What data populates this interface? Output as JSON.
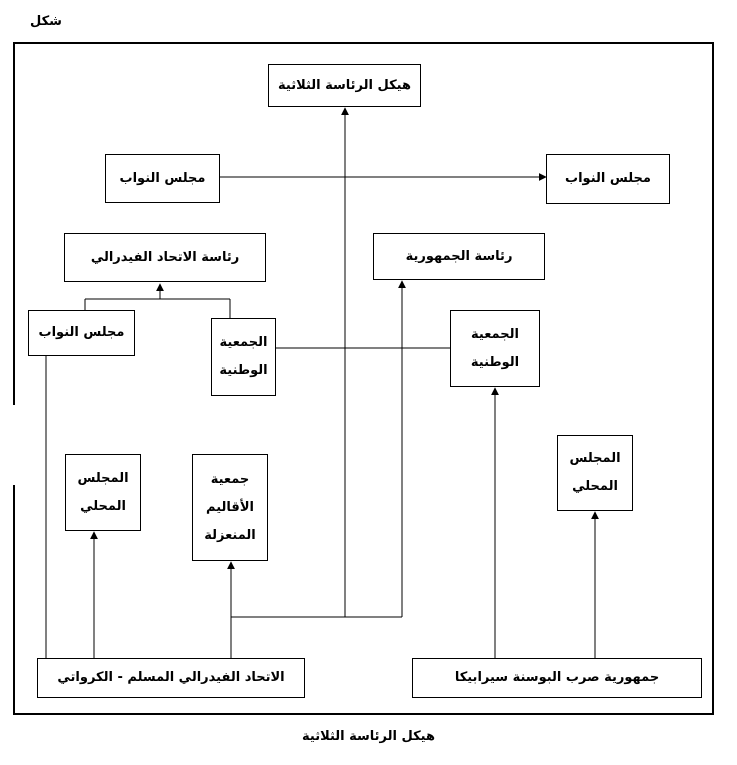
{
  "figure_label": "شكل",
  "caption": "هيكل الرئاسة الثلاثية",
  "boxes": {
    "presidency_structure": "هيكل الرئاسة الثلاثية",
    "house_left": "مجلس النواب",
    "house_right": "مجلس النواب",
    "federal_presidency": "رئاسة الاتحاد الفيدرالي",
    "republic_presidency": "رئاسة الجمهورية",
    "house_federation": "مجلس النواب",
    "national_assembly_federation": [
      "الجمعية",
      "الوطنية"
    ],
    "national_assembly_republic": [
      "الجمعية",
      "الوطنية"
    ],
    "local_council_federation": [
      "المجلس",
      "المحلي"
    ],
    "cantons_assembly": [
      "جمعية",
      "الأقاليم",
      "المنعزلة"
    ],
    "local_council_republic": [
      "المجلس",
      "المحلي"
    ],
    "federation": "الاتحاد الفيدرالي المسلم - الكرواتي",
    "republika_srpska": "جمهورية صرب البوسنة سيرابيكا"
  }
}
